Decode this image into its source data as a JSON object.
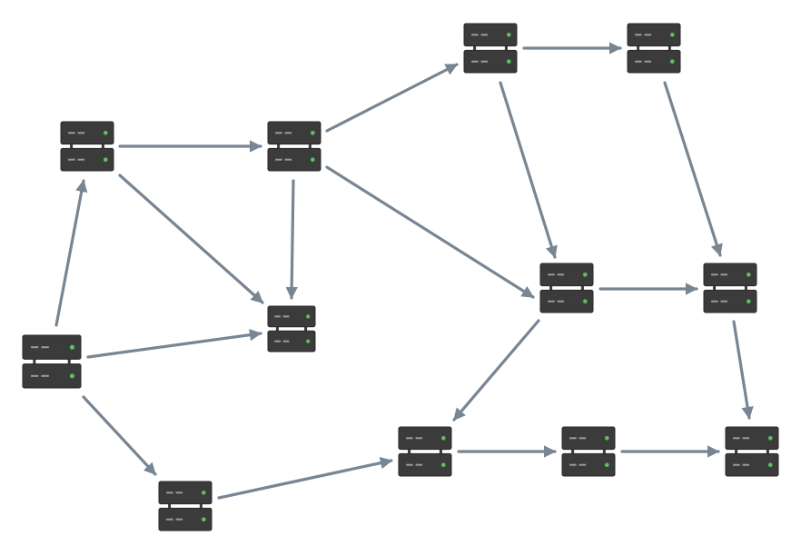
{
  "diagram": {
    "type": "network-topology",
    "background": "#ffffff",
    "colors": {
      "edge": "#788593",
      "server_body": "#3b3b3b",
      "server_stroke": "#2a2a2a",
      "server_slot": "#9a9a9a",
      "status_led": "#5cc15c"
    },
    "node_icon": "server-rack-icon",
    "nodes": [
      {
        "id": "A"
      },
      {
        "id": "B"
      },
      {
        "id": "C"
      },
      {
        "id": "D"
      },
      {
        "id": "E"
      },
      {
        "id": "F"
      },
      {
        "id": "G"
      },
      {
        "id": "H"
      },
      {
        "id": "I"
      },
      {
        "id": "J"
      },
      {
        "id": "K"
      },
      {
        "id": "L"
      },
      {
        "id": "M"
      }
    ],
    "edges": [
      {
        "from": "C",
        "to": "A"
      },
      {
        "from": "A",
        "to": "B"
      },
      {
        "from": "A",
        "to": "D"
      },
      {
        "from": "C",
        "to": "D"
      },
      {
        "from": "B",
        "to": "D"
      },
      {
        "from": "B",
        "to": "E"
      },
      {
        "from": "E",
        "to": "F"
      },
      {
        "from": "B",
        "to": "G"
      },
      {
        "from": "E",
        "to": "G"
      },
      {
        "from": "F",
        "to": "H"
      },
      {
        "from": "G",
        "to": "H"
      },
      {
        "from": "C",
        "to": "L"
      },
      {
        "from": "L",
        "to": "I"
      },
      {
        "from": "G",
        "to": "I"
      },
      {
        "from": "I",
        "to": "J"
      },
      {
        "from": "J",
        "to": "K"
      },
      {
        "from": "H",
        "to": "K"
      }
    ]
  }
}
